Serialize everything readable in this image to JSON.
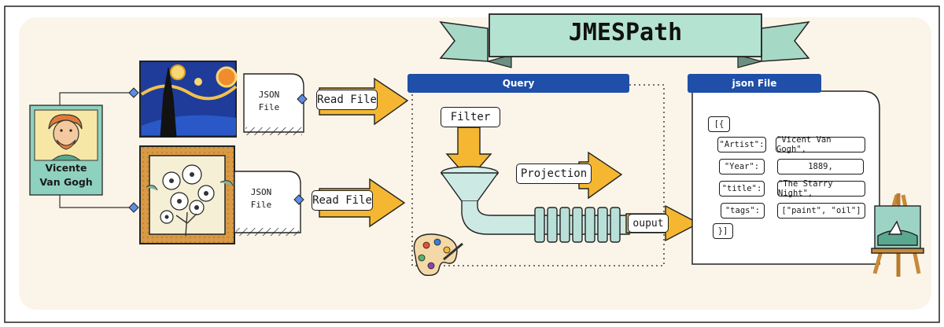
{
  "banner": {
    "title": "JMESPath"
  },
  "artist": {
    "name_line1": "Vicente",
    "name_line2": "Van Gogh"
  },
  "sources": [
    {
      "file_line1": "JSON",
      "file_line2": "File",
      "action": "Read File"
    },
    {
      "file_line1": "JSON",
      "file_line2": "File",
      "action": "Read File"
    }
  ],
  "query": {
    "header": "Query",
    "filter": "Filter",
    "projection": "Projection",
    "output": "ouput"
  },
  "json_file": {
    "header": "json File",
    "open": "[{",
    "close": "}]",
    "rows": [
      {
        "key": "\"Artist\":",
        "value": "\"Vicent Van Gogh\","
      },
      {
        "key": "\"Year\":",
        "value": "1889,"
      },
      {
        "key": "\"title\":",
        "value": "\"The Starry Night\","
      },
      {
        "key": "\"tags\":",
        "value": "[\"paint\", \"oil\"]"
      }
    ]
  },
  "colors": {
    "background": "#fbf5e9",
    "banner": "#b5e3d2",
    "arrow": "#f5b731",
    "header": "#1f4fa8",
    "pipe": "#cce9e3"
  }
}
